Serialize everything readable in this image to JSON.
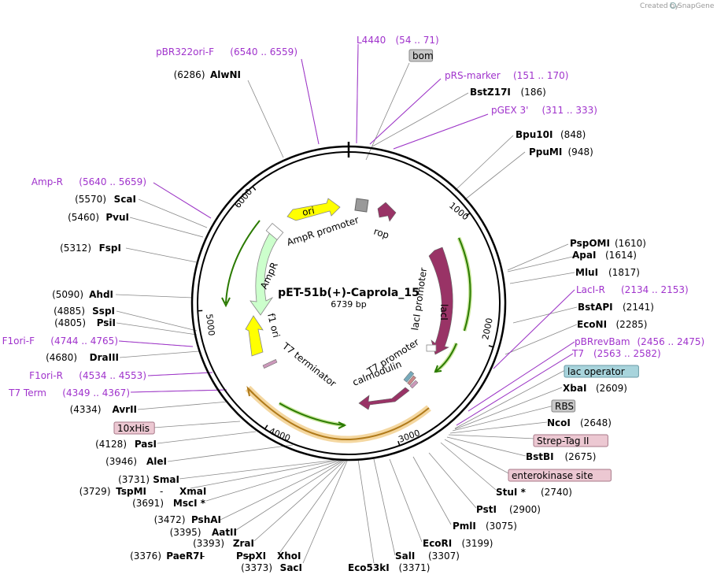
{
  "watermark": {
    "created_by": "Created by",
    "brand": "SnapGene"
  },
  "plasmid": {
    "name": "pET-51b(+)-Caprola_15",
    "size_label": "6739 bp"
  },
  "ticks": [
    "1000",
    "2000",
    "3000",
    "4000",
    "5000",
    "6000"
  ],
  "features": {
    "ori": "ori",
    "ampr_promoter": "AmpR promoter",
    "ampr": "AmpR",
    "rop": "rop",
    "laci": "lacI",
    "laci_promoter": "lacI promoter",
    "t7_promoter": "T7 promoter",
    "calmodulin": "calmodulin",
    "f1_ori": "f1 ori",
    "t7_terminator": "T7 terminator"
  },
  "labels": [
    {
      "name": "AlwNI",
      "pos": "(6286)",
      "kind": "enzyme"
    },
    {
      "name": "pBR322ori-F",
      "pos": "(6540 .. 6559)",
      "kind": "primer"
    },
    {
      "name": "L4440",
      "pos": "(54 .. 71)",
      "kind": "primer"
    },
    {
      "name": "bom",
      "pos": "",
      "kind": "box-gray"
    },
    {
      "name": "pRS-marker",
      "pos": "(151 .. 170)",
      "kind": "primer"
    },
    {
      "name": "BstZ17I",
      "pos": "(186)",
      "kind": "enzyme"
    },
    {
      "name": "pGEX 3'",
      "pos": "(311 .. 333)",
      "kind": "primer"
    },
    {
      "name": "Bpu10I",
      "pos": "(848)",
      "kind": "enzyme"
    },
    {
      "name": "PpuMI",
      "pos": "(948)",
      "kind": "enzyme"
    },
    {
      "name": "Amp-R",
      "pos": "(5640 .. 5659)",
      "kind": "primer"
    },
    {
      "name": "ScaI",
      "pos": "(5570)",
      "kind": "enzyme"
    },
    {
      "name": "PvuI",
      "pos": "(5460)",
      "kind": "enzyme"
    },
    {
      "name": "FspI",
      "pos": "(5312)",
      "kind": "enzyme"
    },
    {
      "name": "PspOMI",
      "pos": "(1610)",
      "kind": "enzyme"
    },
    {
      "name": "ApaI",
      "pos": "(1614)",
      "kind": "enzyme"
    },
    {
      "name": "MluI",
      "pos": "(1817)",
      "kind": "enzyme"
    },
    {
      "name": "LacI-R",
      "pos": "(2134 .. 2153)",
      "kind": "primer"
    },
    {
      "name": "BstAPI",
      "pos": "(2141)",
      "kind": "enzyme"
    },
    {
      "name": "EcoNI",
      "pos": "(2285)",
      "kind": "enzyme"
    },
    {
      "name": "pBRrevBam",
      "pos": "(2456 .. 2475)",
      "kind": "primer"
    },
    {
      "name": "T7",
      "pos": "(2563 .. 2582)",
      "kind": "primer"
    },
    {
      "name": "lac operator",
      "pos": "",
      "kind": "box-blue"
    },
    {
      "name": "XbaI",
      "pos": "(2609)",
      "kind": "enzyme"
    },
    {
      "name": "RBS",
      "pos": "",
      "kind": "box-gray"
    },
    {
      "name": "NcoI",
      "pos": "(2648)",
      "kind": "enzyme"
    },
    {
      "name": "Strep-Tag II",
      "pos": "",
      "kind": "box-pink"
    },
    {
      "name": "BstBI",
      "pos": "(2675)",
      "kind": "enzyme"
    },
    {
      "name": "enterokinase site",
      "pos": "",
      "kind": "box-pink"
    },
    {
      "name": "StuI *",
      "pos": "(2740)",
      "kind": "enzyme"
    },
    {
      "name": "PstI",
      "pos": "(2900)",
      "kind": "enzyme"
    },
    {
      "name": "PmlI",
      "pos": "(3075)",
      "kind": "enzyme"
    },
    {
      "name": "EcoRI",
      "pos": "(3199)",
      "kind": "enzyme"
    },
    {
      "name": "SalI",
      "pos": "(3307)",
      "kind": "enzyme"
    },
    {
      "name": "Eco53kI",
      "pos": "(3371)",
      "kind": "enzyme"
    },
    {
      "name": "SacI",
      "pos": "(3373)",
      "kind": "enzyme"
    },
    {
      "name": "ZraI",
      "pos": "(3393)",
      "kind": "enzyme"
    },
    {
      "name": "XhoI",
      "pos": "",
      "kind": "enzyme"
    },
    {
      "name": "PaeR7I",
      "pos": "(3376)",
      "kind": "enzyme"
    },
    {
      "name": "PspXI",
      "pos": "",
      "kind": "enzyme"
    },
    {
      "name": "AatII",
      "pos": "(3395)",
      "kind": "enzyme"
    },
    {
      "name": "PshAI",
      "pos": "(3472)",
      "kind": "enzyme"
    },
    {
      "name": "MscI *",
      "pos": "(3691)",
      "kind": "enzyme"
    },
    {
      "name": "TspMI",
      "pos": "(3729)",
      "kind": "enzyme"
    },
    {
      "name": "XmaI",
      "pos": "",
      "kind": "enzyme"
    },
    {
      "name": "SmaI",
      "pos": "(3731)",
      "kind": "enzyme"
    },
    {
      "name": "AleI",
      "pos": "(3946)",
      "kind": "enzyme"
    },
    {
      "name": "PasI",
      "pos": "(4128)",
      "kind": "enzyme"
    },
    {
      "name": "10xHis",
      "pos": "",
      "kind": "box-pink"
    },
    {
      "name": "AvrII",
      "pos": "(4334)",
      "kind": "enzyme"
    },
    {
      "name": "T7 Term",
      "pos": "(4349 .. 4367)",
      "kind": "primer"
    },
    {
      "name": "F1ori-R",
      "pos": "(4534 .. 4553)",
      "kind": "primer"
    },
    {
      "name": "DraIII",
      "pos": "(4680)",
      "kind": "enzyme"
    },
    {
      "name": "F1ori-F",
      "pos": "(4744 .. 4765)",
      "kind": "primer"
    },
    {
      "name": "PsiI",
      "pos": "(4805)",
      "kind": "enzyme"
    },
    {
      "name": "SspI",
      "pos": "(4885)",
      "kind": "enzyme"
    },
    {
      "name": "AhdI",
      "pos": "(5090)",
      "kind": "enzyme"
    }
  ],
  "separators": {
    "dash": "-"
  }
}
